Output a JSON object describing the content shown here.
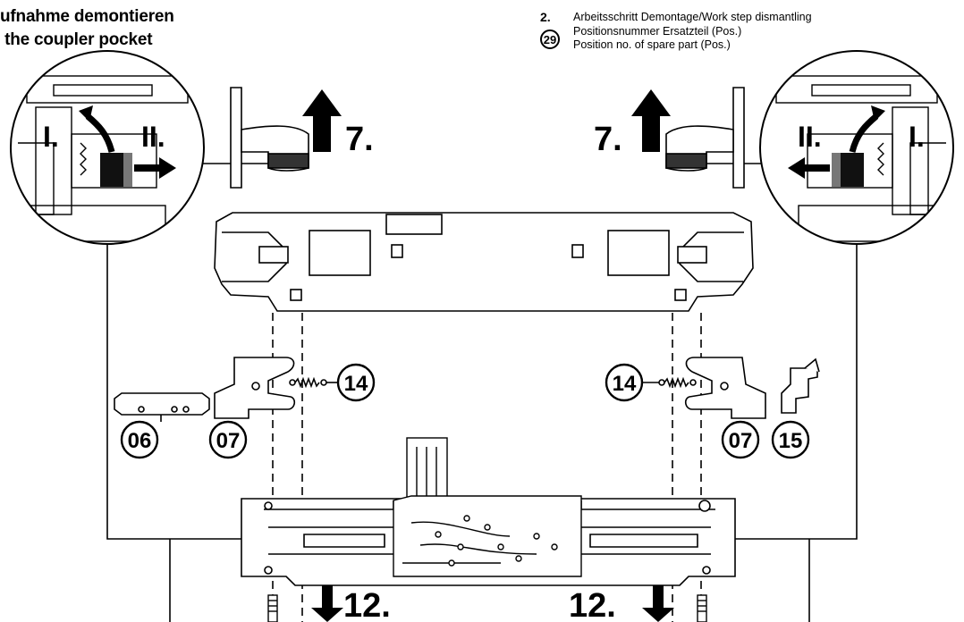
{
  "header": {
    "title_line1": "ufnahme demontieren",
    "title_line2": " the coupler pocket"
  },
  "legend": {
    "step_number": "2.",
    "step_text": "Arbeitsschritt Demontage/Work step dismantling",
    "badge_number": "29",
    "pos_line1": "Positionsnummer Ersatzteil (Pos.)",
    "pos_line2": "Position no. of spare part (Pos.)"
  },
  "diagram": {
    "step_lift_left": "7.",
    "step_lift_right": "7.",
    "step_down_left": "12.",
    "step_down_right": "12.",
    "detail_left_step1": "I.",
    "detail_left_step2": "II.",
    "detail_right_step1": "I.",
    "detail_right_step2": "II.",
    "parts": {
      "spring_left": "14",
      "spring_right": "14",
      "lamp_bar": "06",
      "coupler_left": "07",
      "coupler_right": "07",
      "bracket": "15"
    }
  }
}
